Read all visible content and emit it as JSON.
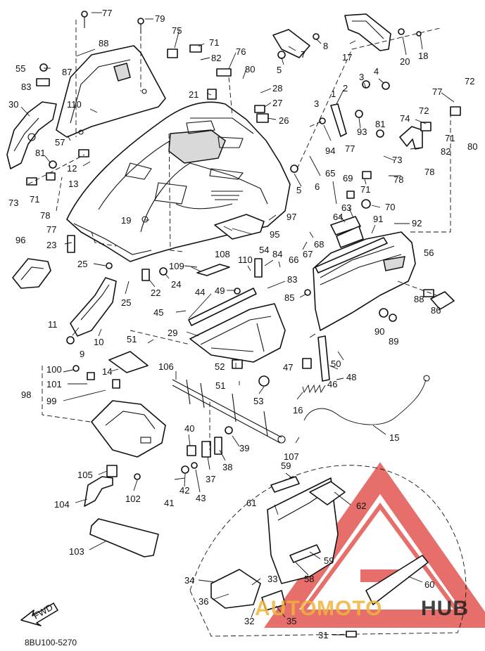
{
  "catalog_number": "8BU100-5270",
  "fwd_label": "FWD",
  "watermark": {
    "text_left": "AUTO",
    "text_mid": "MOTO",
    "text_right": "HUB",
    "color_red": "#e0403a",
    "color_orange": "#f0b33a"
  },
  "callouts": [
    "1",
    "2",
    "3",
    "4",
    "5",
    "6",
    "7",
    "8",
    "9",
    "10",
    "11",
    "12",
    "13",
    "14",
    "15",
    "16",
    "17",
    "18",
    "19",
    "20",
    "21",
    "22",
    "23",
    "24",
    "25",
    "26",
    "27",
    "28",
    "29",
    "30",
    "31",
    "32",
    "33",
    "34",
    "35",
    "36",
    "37",
    "38",
    "39",
    "40",
    "41",
    "42",
    "43",
    "44",
    "45",
    "46",
    "47",
    "48",
    "49",
    "50",
    "51",
    "52",
    "53",
    "54",
    "55",
    "56",
    "57",
    "58",
    "59",
    "60",
    "61",
    "62",
    "63",
    "64",
    "65",
    "66",
    "67",
    "68",
    "69",
    "70",
    "71",
    "72",
    "73",
    "74",
    "75",
    "76",
    "77",
    "78",
    "79",
    "80",
    "81",
    "82",
    "83",
    "84",
    "85",
    "86",
    "87",
    "88",
    "89",
    "90",
    "91",
    "92",
    "93",
    "94",
    "95",
    "96",
    "97",
    "98",
    "99",
    "100",
    "101",
    "102",
    "103",
    "104",
    "105",
    "106",
    "107",
    "108",
    "109",
    "110"
  ]
}
